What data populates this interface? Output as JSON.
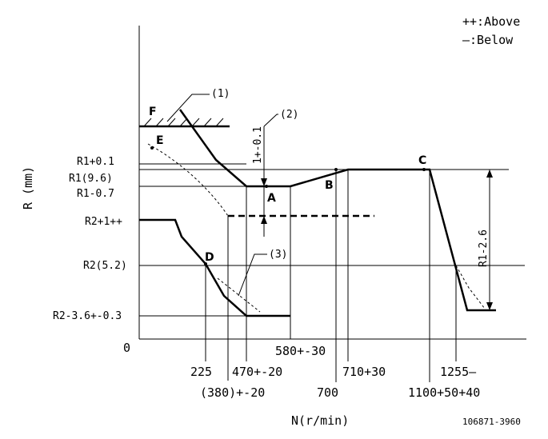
{
  "legend": {
    "above": "++:Above",
    "below": "—:Below"
  },
  "axes": {
    "y_title": "R (mm)",
    "x_title": "N(r/min)",
    "origin": "0"
  },
  "y_labels": {
    "r1_plus": "R1+0.1",
    "r1": "R1(9.6)",
    "r1_minus": "R1-0.7",
    "r2_plus": "R2+1++",
    "r2": "R2(5.2)",
    "r2_minus": "R2-3.6+-0.3"
  },
  "x_labels": {
    "n225": "225",
    "n380": "(380)+-20",
    "n470": "470+-20",
    "n580": "580+-30",
    "n700": "700",
    "n710": "710+30",
    "n1100": "1100+50+40",
    "n1255": "1255—"
  },
  "points": {
    "A": "A",
    "B": "B",
    "C": "C",
    "D": "D",
    "E": "E",
    "F": "F"
  },
  "callouts": {
    "c1": "(1)",
    "c2": "(2)",
    "c3": "(3)"
  },
  "dimensions": {
    "stroke": "1+-0.1",
    "r1_drop": "R1-2.6"
  },
  "code": "106871-3960"
}
